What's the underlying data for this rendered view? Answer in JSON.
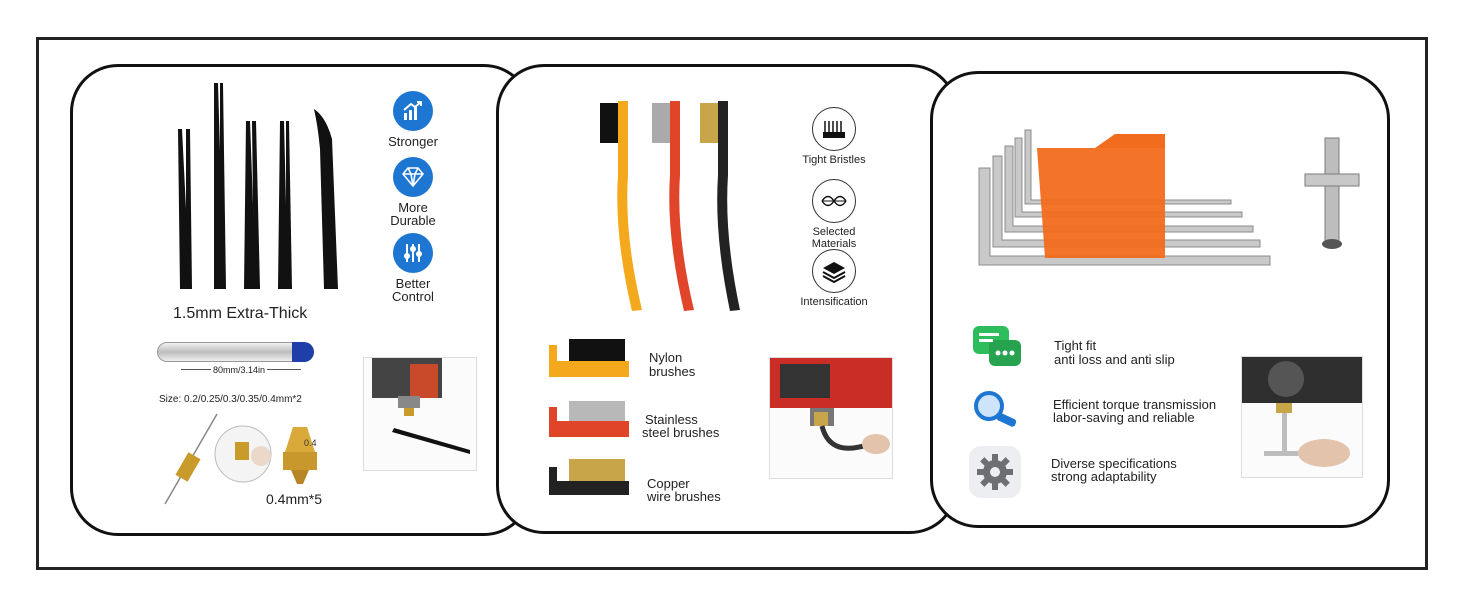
{
  "panel1": {
    "tweezers_caption": "1.5mm Extra-Thick",
    "features": [
      {
        "label_1": "Stronger",
        "label_2": "",
        "icon": "trend-up-icon"
      },
      {
        "label_1": "More",
        "label_2": "Durable",
        "icon": "diamond-icon"
      },
      {
        "label_1": "Better",
        "label_2": "Control",
        "icon": "sliders-icon"
      }
    ],
    "needle_tube_label": "80mm/3.14in",
    "needle_sizes": "Size: 0.2/0.25/0.3/0.35/0.4mm*2",
    "nozzle_badge": "0.4",
    "nozzle_caption": "0.4mm*5"
  },
  "panel2": {
    "features": [
      {
        "label_1": "Tight Bristles",
        "label_2": "",
        "icon": "bristles-icon"
      },
      {
        "label_1": "Selected",
        "label_2": "Materials",
        "icon": "fiber-icon"
      },
      {
        "label_1": "Intensification",
        "label_2": "",
        "icon": "layers-icon"
      }
    ],
    "brush_types": [
      {
        "line_1": "Nylon",
        "line_2": "brushes"
      },
      {
        "line_1": "Stainless",
        "line_2": "steel brushes"
      },
      {
        "line_1": "Copper",
        "line_2": "wire brushes"
      }
    ]
  },
  "panel3": {
    "features": [
      {
        "line_1": "Tight fit",
        "line_2": "anti loss and anti slip",
        "icon": "chat-bubble-icon"
      },
      {
        "line_1": "Efficient torque transmission",
        "line_2": "labor-saving and reliable",
        "icon": "magnifier-icon"
      },
      {
        "line_1": "Diverse specifications",
        "line_2": "strong adaptability",
        "icon": "gear-icon"
      }
    ]
  },
  "colors": {
    "accent_blue": "#1c76d2",
    "orange": "#f26c1d",
    "brush_yellow": "#f4a81c",
    "brush_red": "#e0452a",
    "green_icon": "#2dbd5d"
  }
}
